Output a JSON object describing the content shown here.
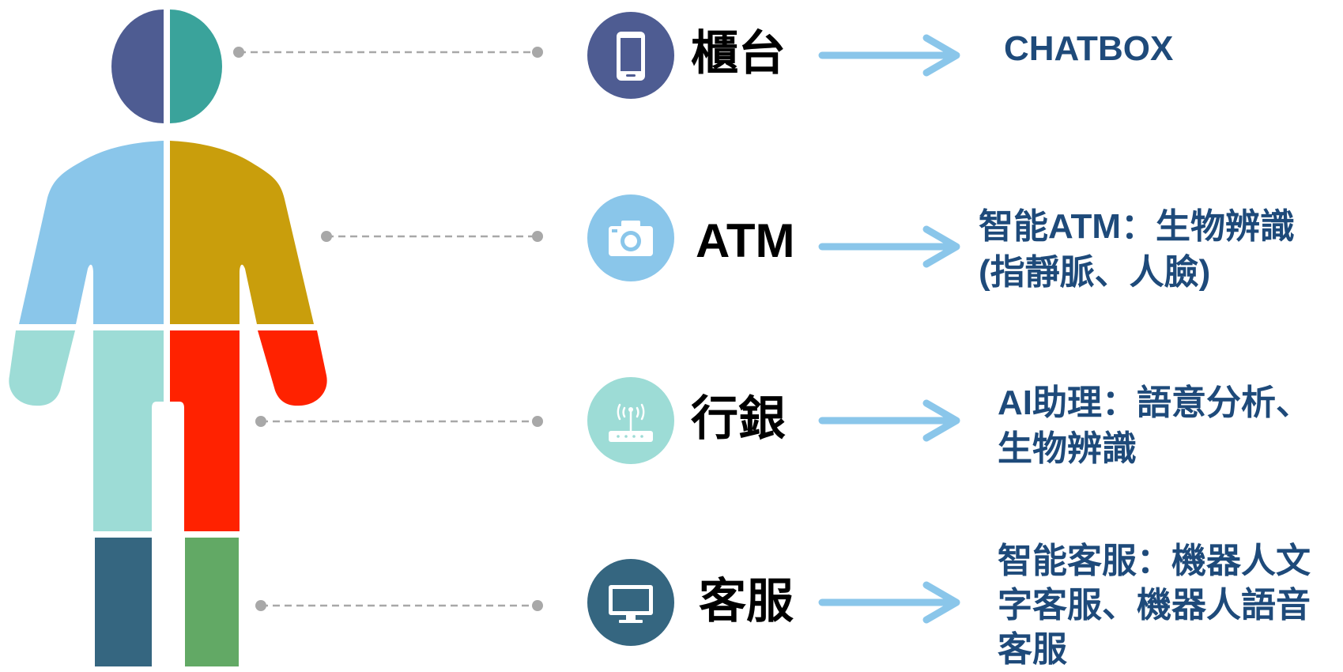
{
  "rows": [
    {
      "label": "櫃台",
      "icon": "smartphone-icon",
      "icon_color": "#4e5c92",
      "description_lines": [
        "CHATBOX"
      ]
    },
    {
      "label": "ATM",
      "icon": "camera-icon",
      "icon_color": "#8ac6ea",
      "description_lines": [
        "智能ATM：生物辨識",
        "(指靜脈、人臉)"
      ]
    },
    {
      "label": "行銀",
      "icon": "wifi-router-icon",
      "icon_color": "#9ddcd6",
      "description_lines": [
        "AI助理：語意分析、",
        "生物辨識"
      ]
    },
    {
      "label": "客服",
      "icon": "monitor-icon",
      "icon_color": "#356680",
      "description_lines": [
        "智能客服：機器人文",
        "字客服、機器人語音",
        "客服"
      ]
    }
  ],
  "colors": {
    "head_left": "#4e5c92",
    "head_right": "#3aa39b",
    "torso_left": "#8ac6ea",
    "torso_right": "#c99e0c",
    "forearm_left": "#9ddcd6",
    "forearm_right": "#ff2200",
    "leg_left_upper": "#9ddcd6",
    "leg_right_upper": "#ff2200",
    "leg_left_lower": "#356680",
    "leg_right_lower": "#62a965",
    "arrow": "#8ac6ea",
    "connector": "#a8a8a8",
    "description_text": "#1e4a7a"
  }
}
